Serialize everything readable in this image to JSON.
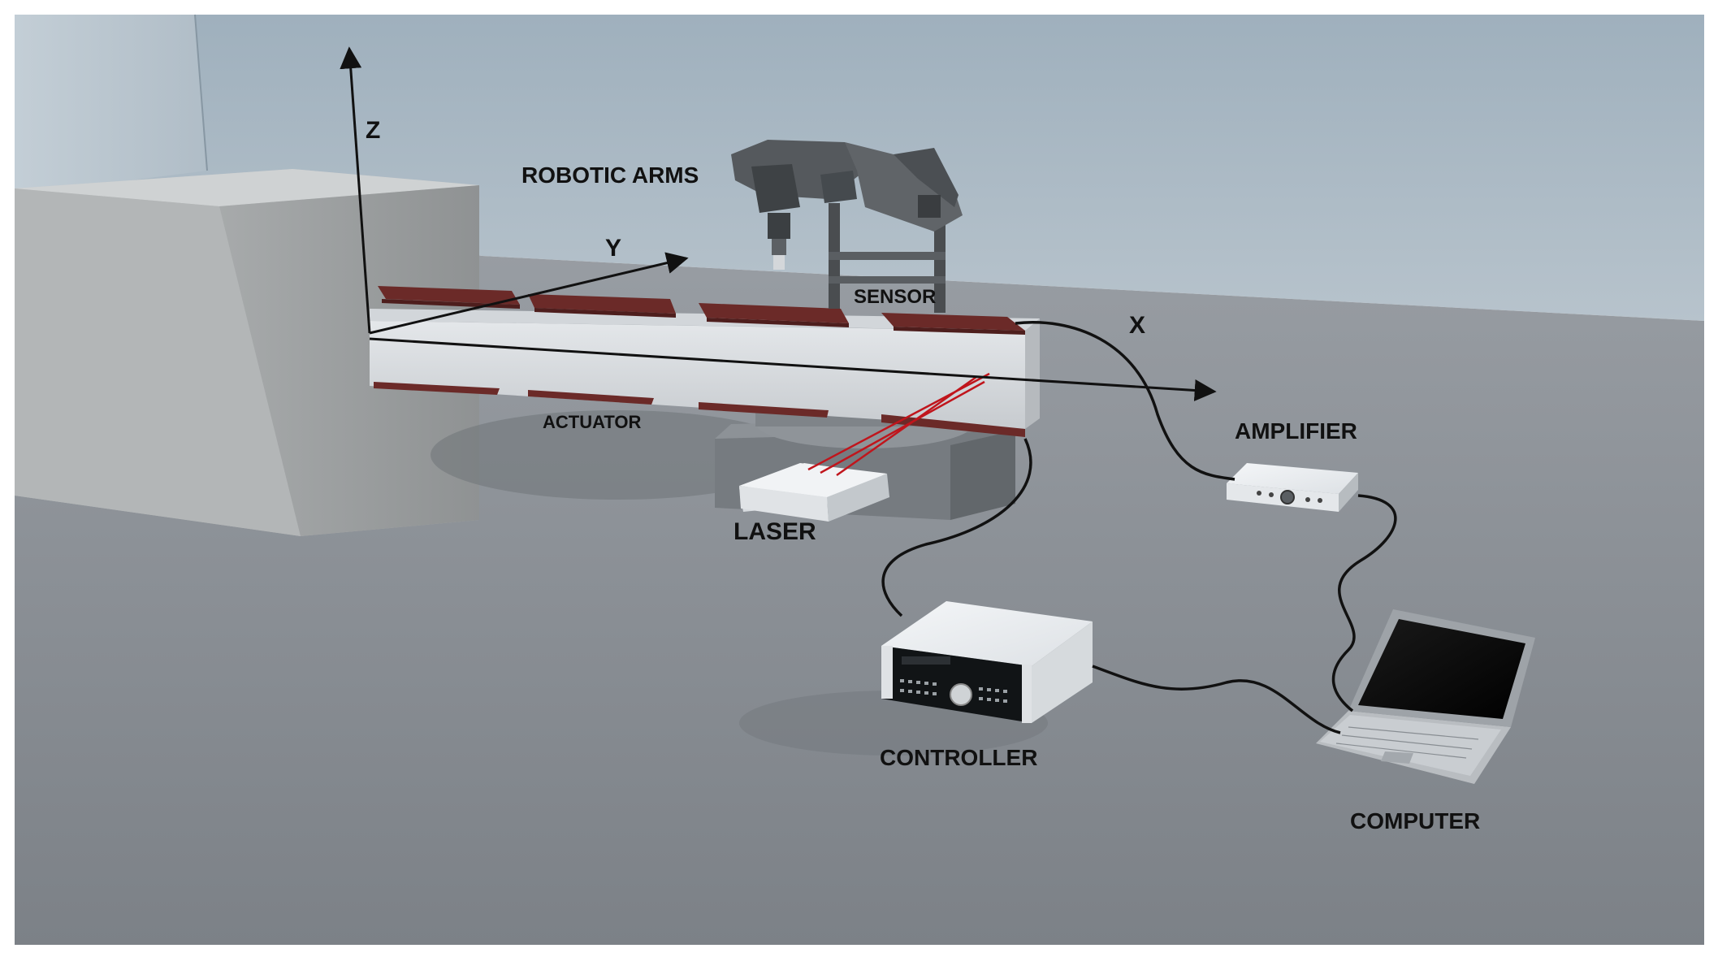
{
  "axes": {
    "z": "Z",
    "y": "Y",
    "x": "X"
  },
  "labels": {
    "robotic_arms": "ROBOTIC ARMS",
    "sensor": "SENSOR",
    "actuator": "ACTUATOR",
    "laser": "LASER",
    "amplifier": "AMPLIFIER",
    "controller": "CONTROLLER",
    "computer": "COMPUTER"
  },
  "colors": {
    "wall": "#aab7c1",
    "floor": "#8a9097",
    "concrete_block": "#bcbfc0",
    "beam": "#d9dce0",
    "patch": "#6b2a28",
    "laser_beam": "#c0151c",
    "cable": "#111111"
  }
}
